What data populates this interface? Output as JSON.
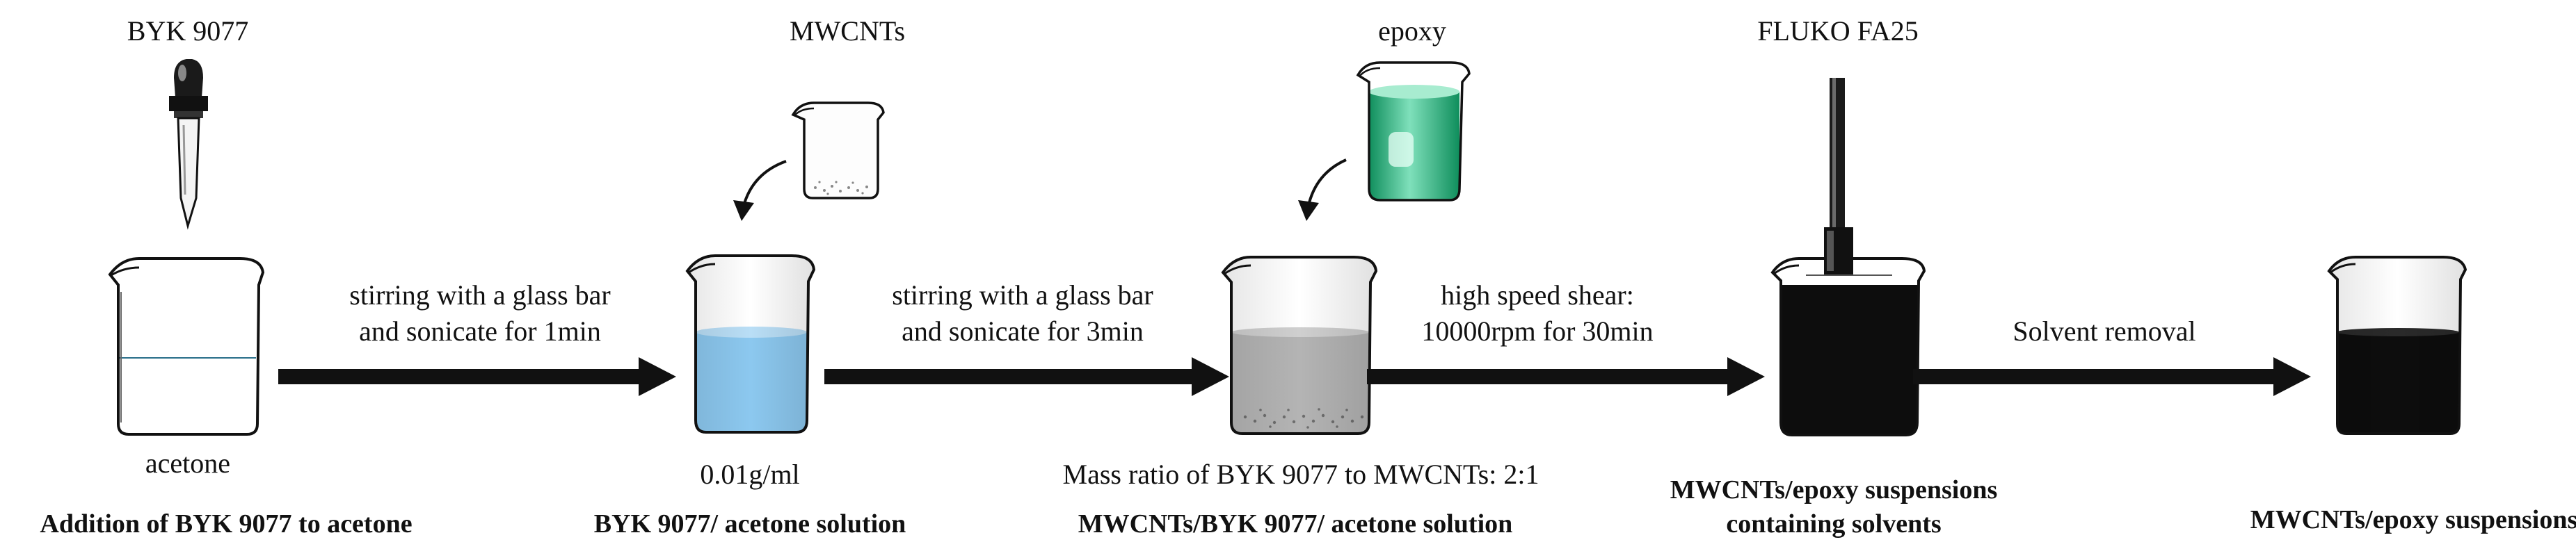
{
  "steps": [
    {
      "reagent": "BYK 9077",
      "content_label": "acetone",
      "caption": "Addition of BYK 9077 to acetone",
      "fill": "#ffffff"
    },
    {
      "reagent": "MWCNTs",
      "content_label": "0.01g/ml",
      "caption": "BYK 9077/ acetone solution",
      "fill": "#8cc8ef"
    },
    {
      "reagent": "epoxy",
      "content_label": "Mass ratio of BYK 9077 to MWCNTs: 2:1",
      "caption": "MWCNTs/BYK 9077/ acetone solution",
      "fill": "#b4b4b4"
    },
    {
      "reagent": "FLUKO FA25",
      "caption_line1": "MWCNTs/epoxy suspensions",
      "caption_line2": "containing solvents",
      "fill": "#0d0d0d"
    },
    {
      "caption": "MWCNTs/epoxy suspensions",
      "fill": "#0d0d0d"
    }
  ],
  "arrows": [
    {
      "line1": "stirring with a glass bar",
      "line2": "and sonicate for 1min"
    },
    {
      "line1": "stirring with a glass bar",
      "line2": "and sonicate for 3min"
    },
    {
      "line1": "high speed shear:",
      "line2": "10000rpm for 30min"
    },
    {
      "line1": "Solvent removal"
    }
  ],
  "colors": {
    "epoxy": "#2eaf7d",
    "outline": "#111111"
  }
}
